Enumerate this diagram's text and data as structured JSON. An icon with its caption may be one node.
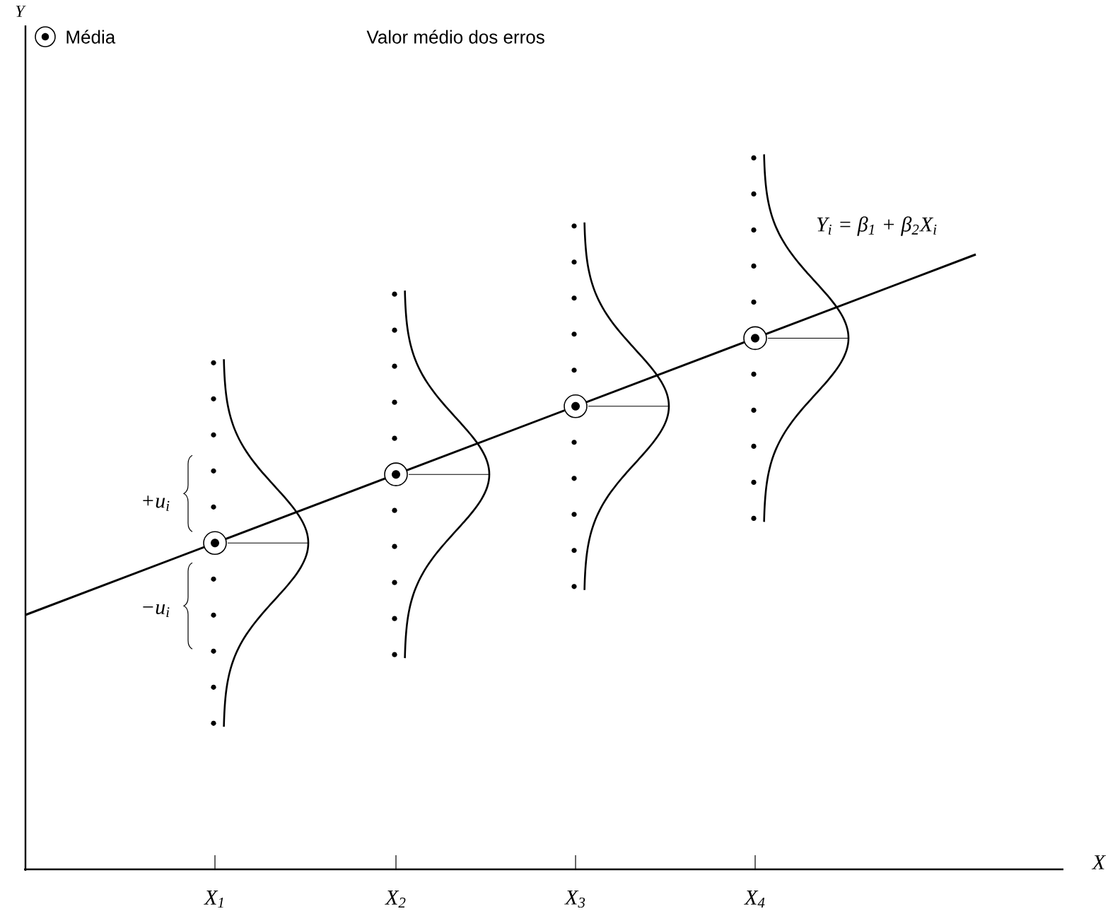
{
  "diagram": {
    "title": "Valor médio dos erros",
    "labels": [
      "Y",
      "Y$_{i}$ = β$_{1}$ + β$_{2}$X$_{i}$",
      "+u$_{i}$",
      "−u$_{i}$",
      "X",
      "X$_{1}$",
      "X$_{2}$",
      "X$_{3}$",
      "X$_{4}$"
    ],
    "legend": [
      {
        "text": "Média"
      }
    ]
  }
}
